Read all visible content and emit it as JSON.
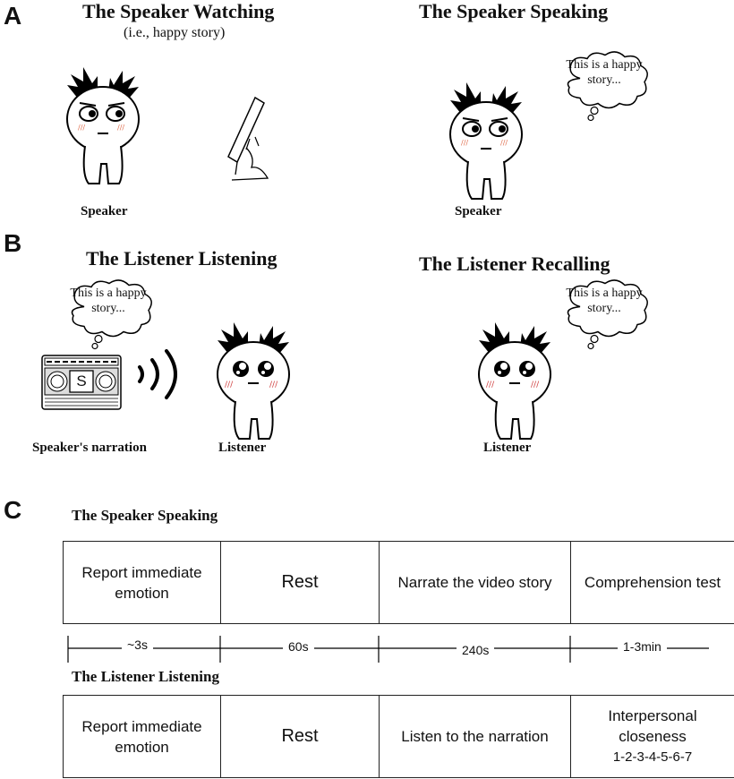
{
  "panels": {
    "a": {
      "letter": "A",
      "left_title": "The Speaker Watching",
      "left_subtitle": "(i.e., happy story)",
      "right_title": "The Speaker Speaking",
      "left_label": "Speaker",
      "right_label": "Speaker",
      "thought_text": "This is a happy story..."
    },
    "b": {
      "letter": "B",
      "left_title": "The Listener Listening",
      "right_title": "The Listener Recalling",
      "left_thought": "This is a happy story...",
      "right_thought": "This is a happy story...",
      "tape_letter": "S",
      "narration_label": "Speaker's narration",
      "left_listener_label": "Listener",
      "right_listener_label": "Listener"
    },
    "c": {
      "letter": "C",
      "speaker_section_title": "The Speaker Speaking",
      "speaker_steps": [
        "Report immediate emotion",
        "Rest",
        "Narrate the video story",
        "Comprehension test"
      ],
      "durations": [
        "~3s",
        "60s",
        "240s",
        "1-3min"
      ],
      "listener_section_title": "The Listener Listening",
      "listener_steps": [
        "Report immediate emotion",
        "Rest",
        "Listen to the narration",
        "Interpersonal closeness"
      ],
      "closeness_scale": "1-2-3-4-5-6-7"
    }
  },
  "icons": {
    "character": "cartoon-character-icon",
    "tablet": "tablet-screen-icon",
    "thought": "thought-bubble-icon",
    "tape": "cassette-tape-icon",
    "sound": "sound-waves-icon"
  }
}
